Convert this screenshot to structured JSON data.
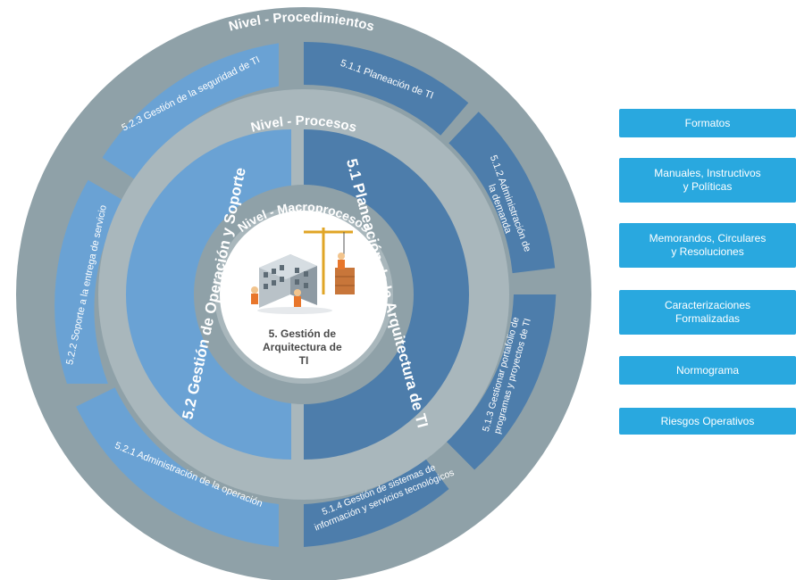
{
  "diagram": {
    "outer_ring_title": "Nivel - Procedimientos",
    "middle_ring_title": "Nivel - Procesos",
    "inner_ring_title": "Nivel - Macroprocesos",
    "center_label": [
      "5. Gestión de",
      "Arquitectura de",
      "TI"
    ],
    "processes": {
      "planeacion": "5.1 Planeación de la Arquitectura de TI",
      "operacion": "5.2 Gestión de Operación y Soporte"
    },
    "procedures": {
      "p511": [
        "5.1.1 Planeación de TI"
      ],
      "p512": [
        "5.1.2 Administración de",
        "la demanda"
      ],
      "p513": [
        "5.1.3 Gestionar portafolio de",
        "programas y proyectos de TI"
      ],
      "p514": [
        "5.1.4 Gestión de sistemas de",
        "información y servicios tecnológicos"
      ],
      "p521": [
        "5.2.1 Administración de la operación"
      ],
      "p522": [
        "5.2.2 Soporte a la entrega de servicio"
      ],
      "p523": [
        "5.2.3 Gestión de la seguridad de TI"
      ]
    },
    "colors": {
      "outer_ring": "#8fa1a8",
      "middle_ring": "#a9b7bc",
      "inner_ring": "#8fa1a8",
      "dark_blue": "#4d7dab",
      "light_blue": "#6aa2d4",
      "center": "#ffffff"
    }
  },
  "sidebar": {
    "buttons": [
      {
        "label": "Formatos"
      },
      {
        "label": "Manuales, Instructivos\ny Políticas"
      },
      {
        "label": "Memorandos, Circulares\ny Resoluciones"
      },
      {
        "label": "Caracterizaciones\nFormalizadas"
      },
      {
        "label": "Normograma"
      },
      {
        "label": "Riesgos Operativos"
      }
    ]
  }
}
